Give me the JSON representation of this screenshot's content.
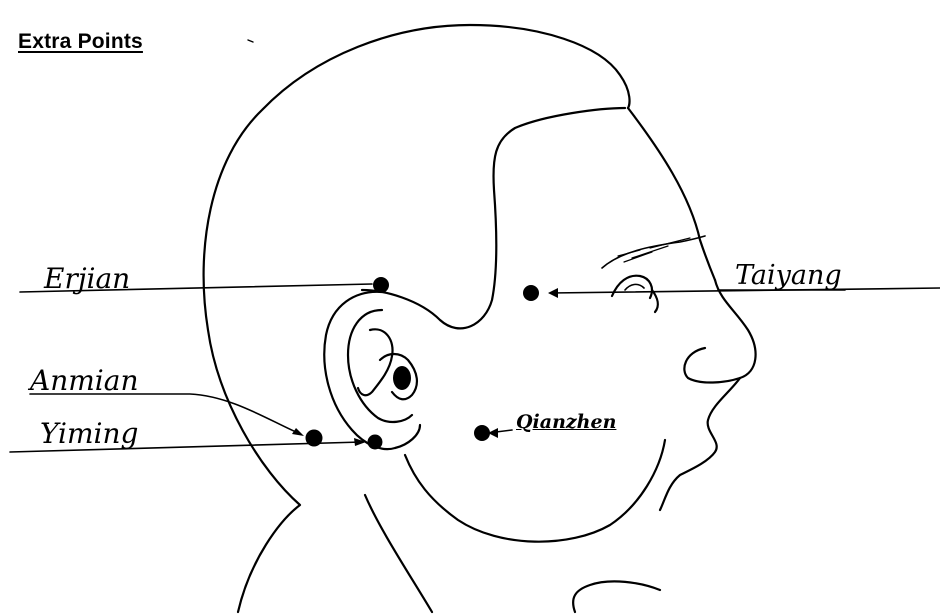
{
  "title": "Extra Points",
  "points": {
    "erjian": "Erjian",
    "anmian": "Anmian",
    "yiming": "Yiming",
    "qianzhen": "Qianzhen",
    "taiyang": "Taiyang"
  },
  "colors": {
    "ink": "#000000",
    "background": "#ffffff"
  }
}
